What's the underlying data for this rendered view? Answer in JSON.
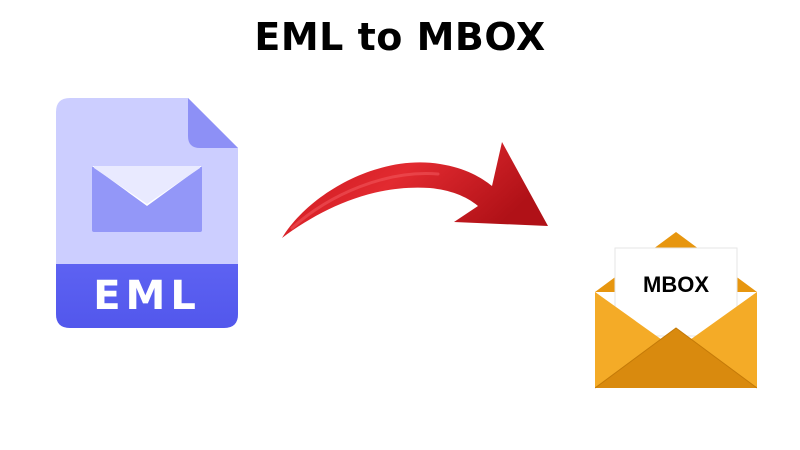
{
  "title": "EML to MBOX",
  "source_file": {
    "label": "EML",
    "icon": "eml-file-icon",
    "colors": {
      "body": "#ccceff",
      "fold": "#8d90f6",
      "envelope": "#9397f8",
      "band": "#5a5ff0",
      "label": "#ffffff"
    }
  },
  "conversion_arrow": {
    "icon": "red-curved-arrow-icon",
    "color": "#e12b30"
  },
  "target_file": {
    "label": "MBOX",
    "icon": "open-envelope-icon",
    "colors": {
      "envelope": "#f0a21a",
      "envelope_dark": "#d7860d",
      "paper": "#ffffff"
    }
  }
}
